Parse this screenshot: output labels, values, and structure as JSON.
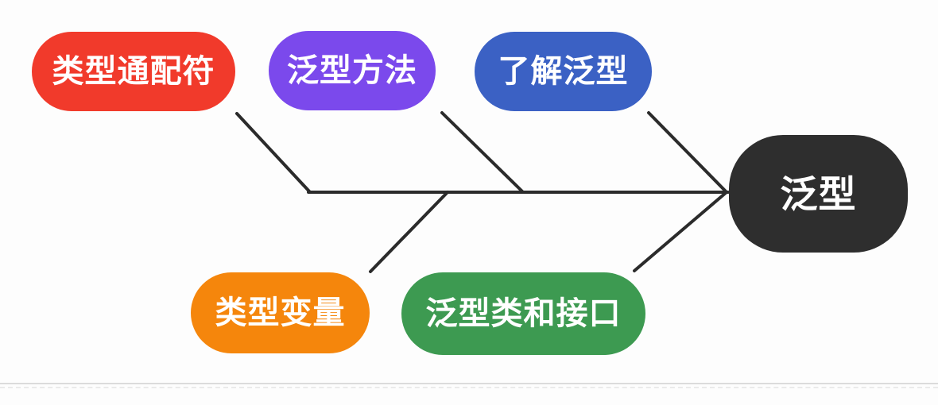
{
  "root": {
    "label": "泛型",
    "color": "#2E2E2E",
    "text_color": "#FFFFFF"
  },
  "branches": [
    {
      "key": "type-wildcard",
      "label": "类型通配符",
      "color": "#F13A2B"
    },
    {
      "key": "generic-method",
      "label": "泛型方法",
      "color": "#7B49EC"
    },
    {
      "key": "understand-generics",
      "label": "了解泛型",
      "color": "#3B61C4"
    },
    {
      "key": "type-variable",
      "label": "类型变量",
      "color": "#F5860C"
    },
    {
      "key": "generic-class-interface",
      "label": "泛型类和接口",
      "color": "#3D9A51"
    }
  ],
  "connector": {
    "color": "#2B2B2B"
  },
  "divider": {
    "solid_color": "#DBDBDB",
    "dashed_color": "#EAEAEA"
  }
}
